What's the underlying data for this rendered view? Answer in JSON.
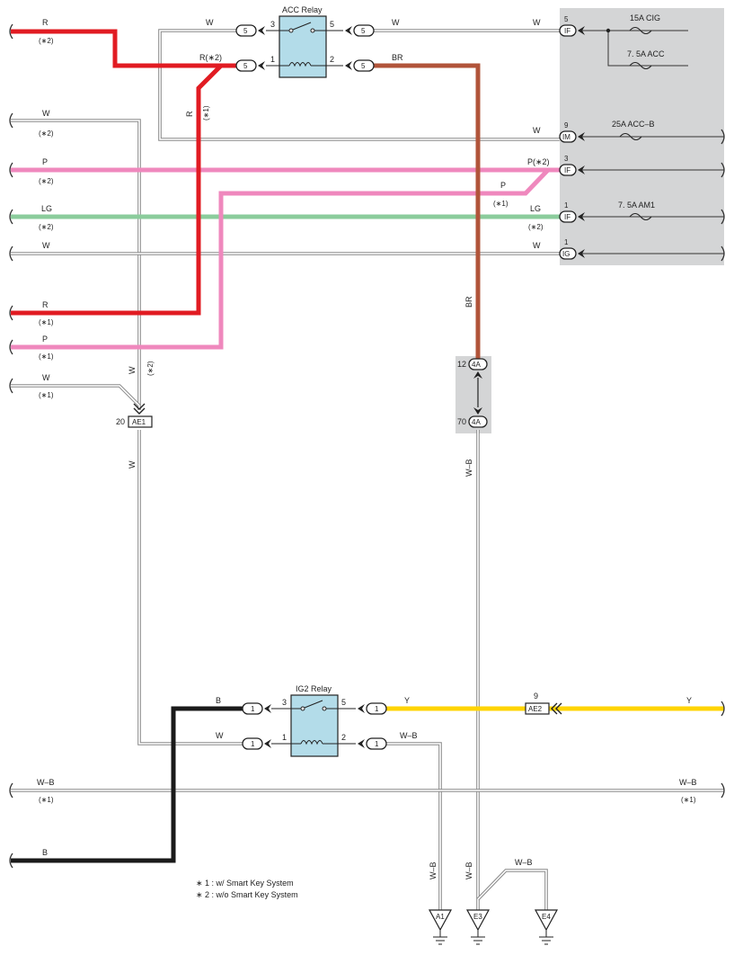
{
  "colors": {
    "red": "#e11b22",
    "pink": "#ef88bd",
    "light_green": "#8bcc9c",
    "brown": "#b1543a",
    "black": "#1a1a1a",
    "yellow": "#ffd400",
    "white_wire": "#888888",
    "panel": "#d4d5d6",
    "relay": "#b3dce9"
  },
  "relays": {
    "acc": {
      "title": "ACC Relay",
      "pin3": "3",
      "pin5": "5",
      "pin1": "1",
      "pin2": "2"
    },
    "ig2": {
      "title": "IG2 Relay",
      "pin3": "3",
      "pin5": "5",
      "pin1": "1",
      "pin2": "2"
    }
  },
  "junction_panel": {
    "connectors": [
      {
        "name": "IF",
        "pin": "5"
      },
      {
        "name": "IM",
        "pin": "9"
      },
      {
        "name": "IF",
        "pin": "3"
      },
      {
        "name": "IF",
        "pin": "1"
      },
      {
        "name": "IG",
        "pin": "1"
      }
    ],
    "fuses": [
      "15A CIG",
      "7. 5A ACC",
      "25A ACC–B",
      "7. 5A AM1"
    ]
  },
  "wires": {
    "w_top": {
      "color": "W"
    },
    "w_top_right": {
      "color": "W"
    },
    "r_top": {
      "color": "R",
      "note": "(∗2)"
    },
    "r2_mid": {
      "color": "R(∗2)"
    },
    "r_vertical": {
      "color": "R",
      "note": "(∗1)"
    },
    "br_top": {
      "color": "BR"
    },
    "br_vertical": {
      "color": "BR"
    },
    "w_im": {
      "color": "W"
    },
    "w_left": {
      "color": "W",
      "note": "(∗2)"
    },
    "p_top_left": {
      "color": "P",
      "note": "(∗2)"
    },
    "p_top_right": {
      "color": "P(∗2)"
    },
    "p_mid": {
      "color": "P",
      "note": "(∗1)"
    },
    "lg_left": {
      "color": "LG",
      "note": "(∗2)"
    },
    "lg_right": {
      "color": "LG",
      "note": "(∗2)"
    },
    "w_ig_left": {
      "color": "W"
    },
    "w_ig_right": {
      "color": "W"
    },
    "r_mid_left": {
      "color": "R",
      "note": "(∗1)"
    },
    "p_low_left": {
      "color": "P",
      "note": "(∗1)"
    },
    "w_low_left": {
      "color": "W",
      "note": "(∗1)"
    },
    "w_vertical_upper": {
      "color": "W",
      "note": "(∗2)"
    },
    "w_vertical_lower": {
      "color": "W"
    },
    "wb_vertical": {
      "color": "W–B"
    },
    "b_ig2": {
      "color": "B"
    },
    "w_ig2": {
      "color": "W"
    },
    "y_left": {
      "color": "Y"
    },
    "y_right": {
      "color": "Y"
    },
    "wb_ig2": {
      "color": "W–B"
    },
    "wb_long_left": {
      "color": "W–B",
      "note": "(∗1)"
    },
    "wb_long_right": {
      "color": "W–B",
      "note": "(∗1)"
    },
    "b_bottom": {
      "color": "B"
    },
    "wb_a1": {
      "color": "W–B"
    },
    "wb_e3": {
      "color": "W–B"
    },
    "wb_e4": {
      "color": "W–B"
    }
  },
  "connectors": {
    "relay_pin5": "5",
    "ig2_pin1": "1",
    "c4a_top": {
      "pin": "12",
      "name": "4A"
    },
    "c4a_bottom": {
      "pin": "70",
      "name": "4A"
    },
    "ae1": {
      "pin": "20",
      "name": "AE1"
    },
    "ae2": {
      "pin": "9",
      "name": "AE2"
    }
  },
  "grounds": [
    "A1",
    "E3",
    "E4"
  ],
  "notes": [
    "∗ 1 : w/ Smart Key System",
    "∗ 2 : w/o Smart Key System"
  ]
}
